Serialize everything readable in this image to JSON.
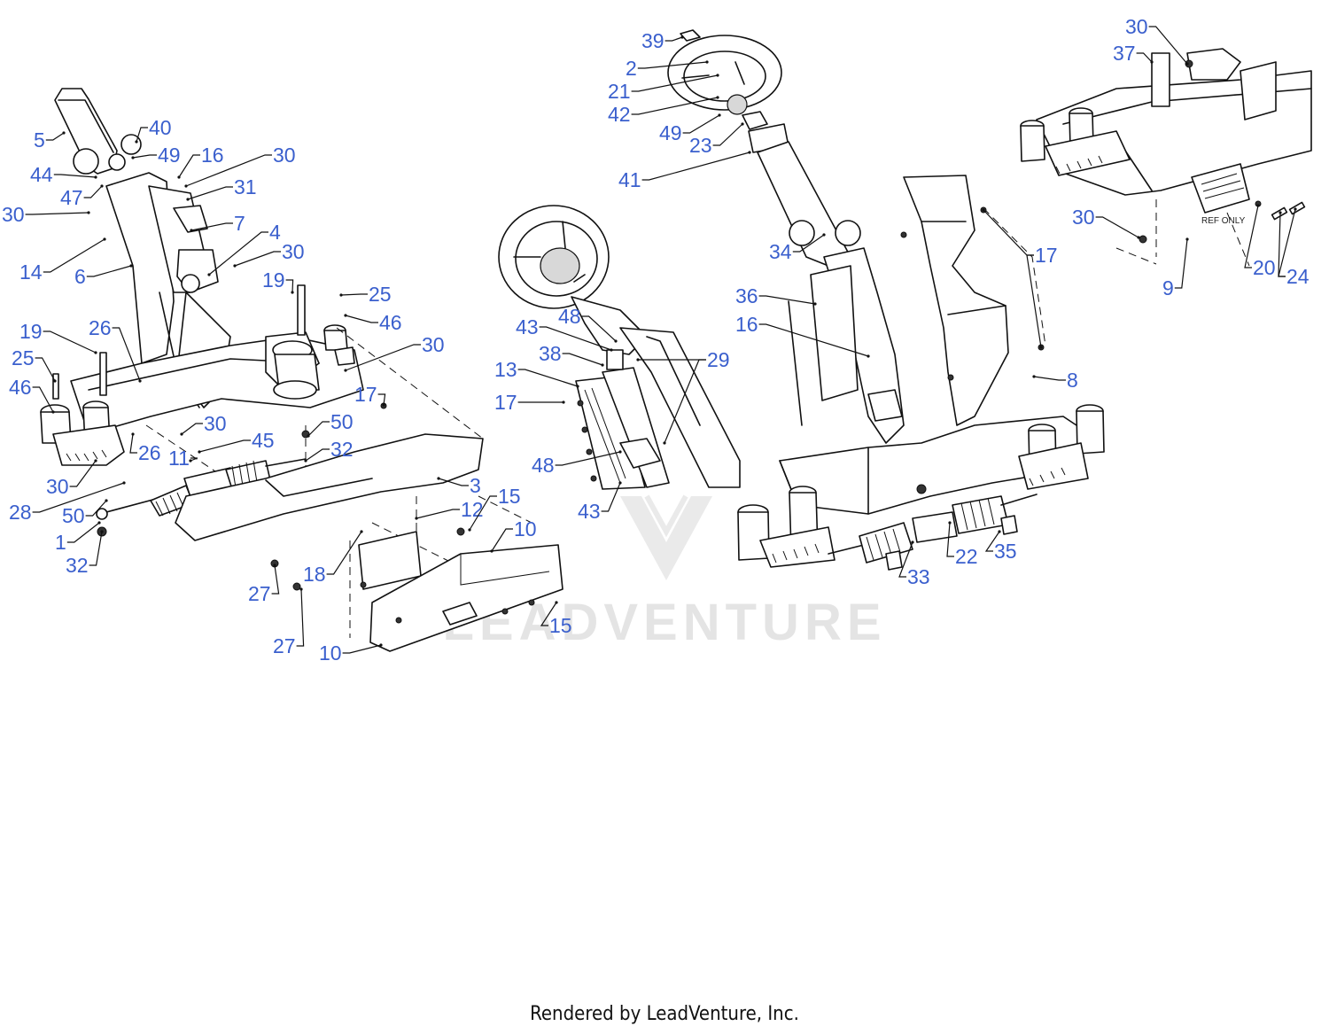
{
  "colors": {
    "label": "#3a5fcd",
    "line": "#111111",
    "watermark": "#cfcfcf"
  },
  "watermark": {
    "text": "LEADVENTURE"
  },
  "ref_note": "REF ONLY",
  "footer": {
    "text": "Rendered by LeadVenture, Inc."
  },
  "labels": [
    "1",
    "2",
    "3",
    "4",
    "5",
    "6",
    "7",
    "8",
    "9",
    "10",
    "11",
    "12",
    "13",
    "14",
    "15",
    "16",
    "17",
    "18",
    "19",
    "20",
    "21",
    "22",
    "23",
    "24",
    "25",
    "26",
    "27",
    "28",
    "29",
    "30",
    "31",
    "32",
    "33",
    "34",
    "35",
    "36",
    "37",
    "38",
    "39",
    "40",
    "41",
    "42",
    "43",
    "44",
    "45",
    "46",
    "47",
    "48",
    "49",
    "50"
  ]
}
